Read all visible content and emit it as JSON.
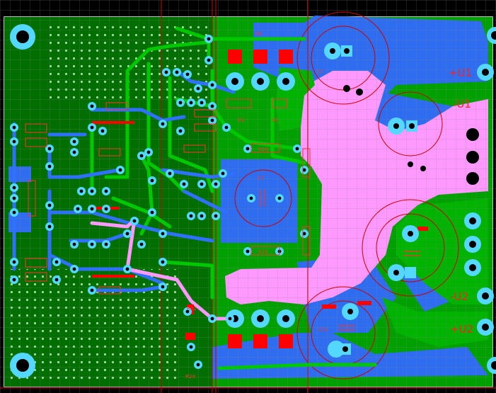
{
  "designators": {
    "d6": "D6",
    "c7": "C7",
    "d2": "D2",
    "d1": "D1",
    "r16": "R16",
    "r15": "R15",
    "c1": "C1",
    "c11": "C11",
    "r22": "R22",
    "r24": "R24"
  },
  "terminals": {
    "plus_u1": "+U1",
    "minus_u1": "-U1",
    "minus_u2": "-U2",
    "plus_u2": "+U2"
  },
  "colors": {
    "background": "#000000",
    "board_green": "#008000",
    "copper_blue": "#2e6cf0",
    "copper_pink": "#ff99ff",
    "trace_green": "#00c000",
    "pad_cyan": "#55d8ff",
    "pad_red": "#ff0000",
    "silk_red": "#d00000",
    "grid": "#7a7a7a"
  }
}
